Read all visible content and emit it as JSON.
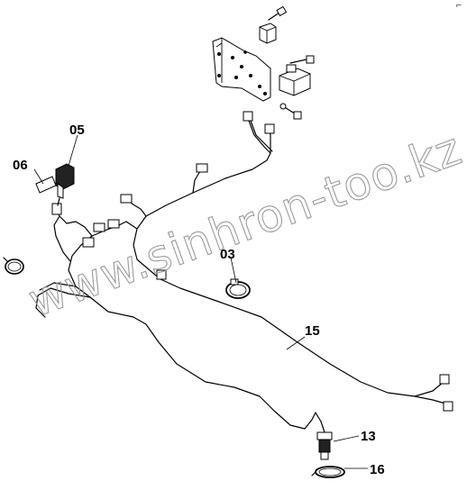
{
  "diagram": {
    "corner_mark": "⌐",
    "watermark": "www.sinhron-too.kz",
    "callouts": [
      {
        "id": "p05",
        "label": "05"
      },
      {
        "id": "p06",
        "label": "06"
      },
      {
        "id": "p03",
        "label": "03"
      },
      {
        "id": "p15",
        "label": "15"
      },
      {
        "id": "p13",
        "label": "13"
      },
      {
        "id": "p16",
        "label": "16"
      }
    ]
  }
}
